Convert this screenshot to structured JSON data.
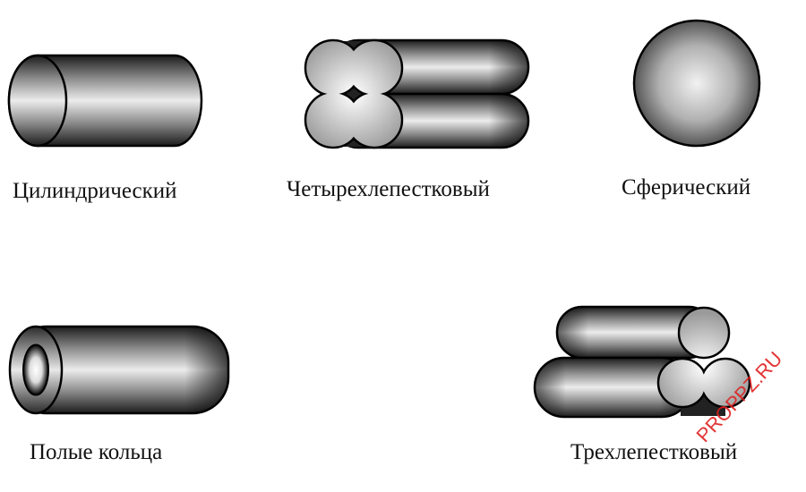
{
  "shapes": [
    {
      "id": "cylindrical",
      "label": "Цилиндрический"
    },
    {
      "id": "four-lobe",
      "label": "Четырехлепестковый"
    },
    {
      "id": "spherical",
      "label": "Сферический"
    },
    {
      "id": "hollow-rings",
      "label": "Полые кольца"
    },
    {
      "id": "three-lobe",
      "label": "Трехлепестковый"
    }
  ],
  "watermark": "PROPPZ.RU"
}
